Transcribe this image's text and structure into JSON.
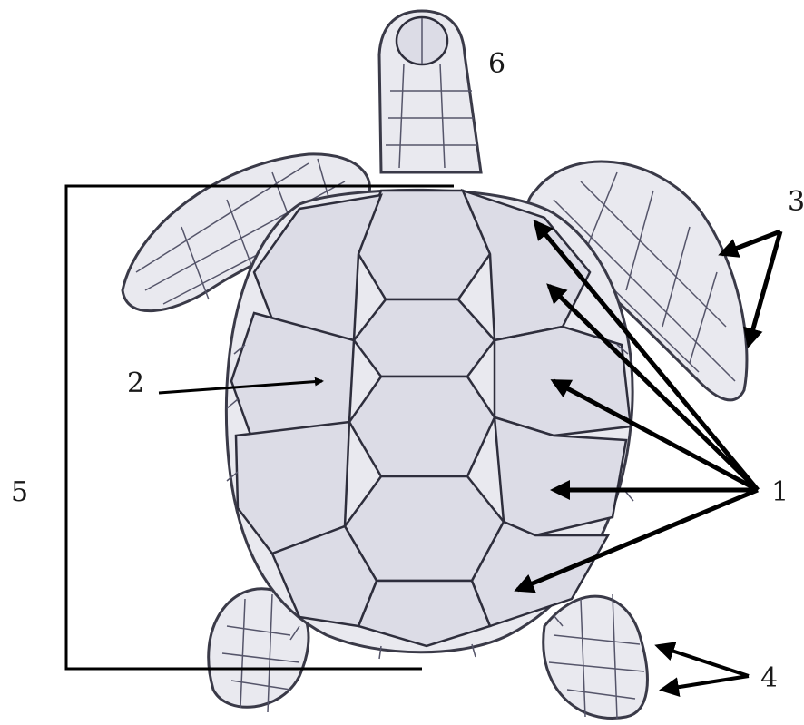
{
  "labels": {
    "n1": "1",
    "n2": "2",
    "n3": "3",
    "n4": "4",
    "n5": "5",
    "n6": "6"
  },
  "colors": {
    "ink": "#1a1a1a",
    "shell": "#dcdce6"
  }
}
